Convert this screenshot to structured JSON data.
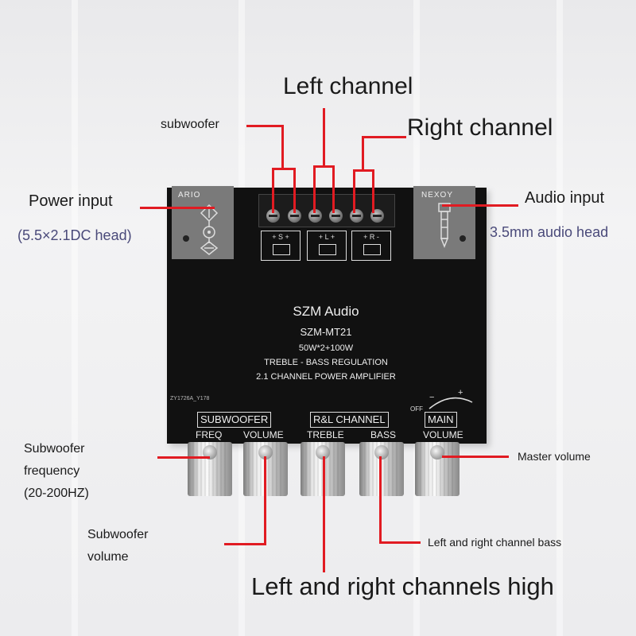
{
  "labels": {
    "left_channel": "Left channel",
    "right_channel": "Right channel",
    "subwoofer": "subwoofer",
    "power_input": "Power input",
    "power_input_detail": "(5.5×2.1DC head)",
    "audio_input": "Audio input",
    "audio_input_detail": "3.5mm audio head",
    "sub_freq_line1": "Subwoofer",
    "sub_freq_line2": "frequency",
    "sub_freq_line3": "(20-200HZ)",
    "sub_volume_line1": "Subwoofer",
    "sub_volume_line2": "volume",
    "master_volume": "Master volume",
    "lr_bass": "Left and right channel bass",
    "lr_high": "Left and right channels high"
  },
  "board": {
    "left_plate": "ARIO",
    "right_plate": "NEXOY",
    "brand": "SZM Audio",
    "model": "SZM-MT21",
    "power": "50W*2+100W",
    "feature": "TREBLE - BASS REGULATION",
    "type": "2.1 CHANNEL POWER AMPLIFIER",
    "serial": "ZY1726A_Y178",
    "spk_sub": "+ S +",
    "spk_left": "+ L +",
    "spk_right": "+ R -",
    "group_sub": "SUBWOOFER",
    "group_rl": "R&L CHANNEL",
    "group_main": "MAIN",
    "knob_freq": "FREQ",
    "knob_volume": "VOLUME",
    "knob_treble": "TREBLE",
    "knob_bass": "BASS",
    "knob_main_volume": "VOLUME",
    "off": "OFF",
    "minus": "−",
    "plus": "+"
  },
  "colors": {
    "callout": "#e11b22",
    "board": "#111111",
    "detail_text": "#4a4a7a"
  }
}
